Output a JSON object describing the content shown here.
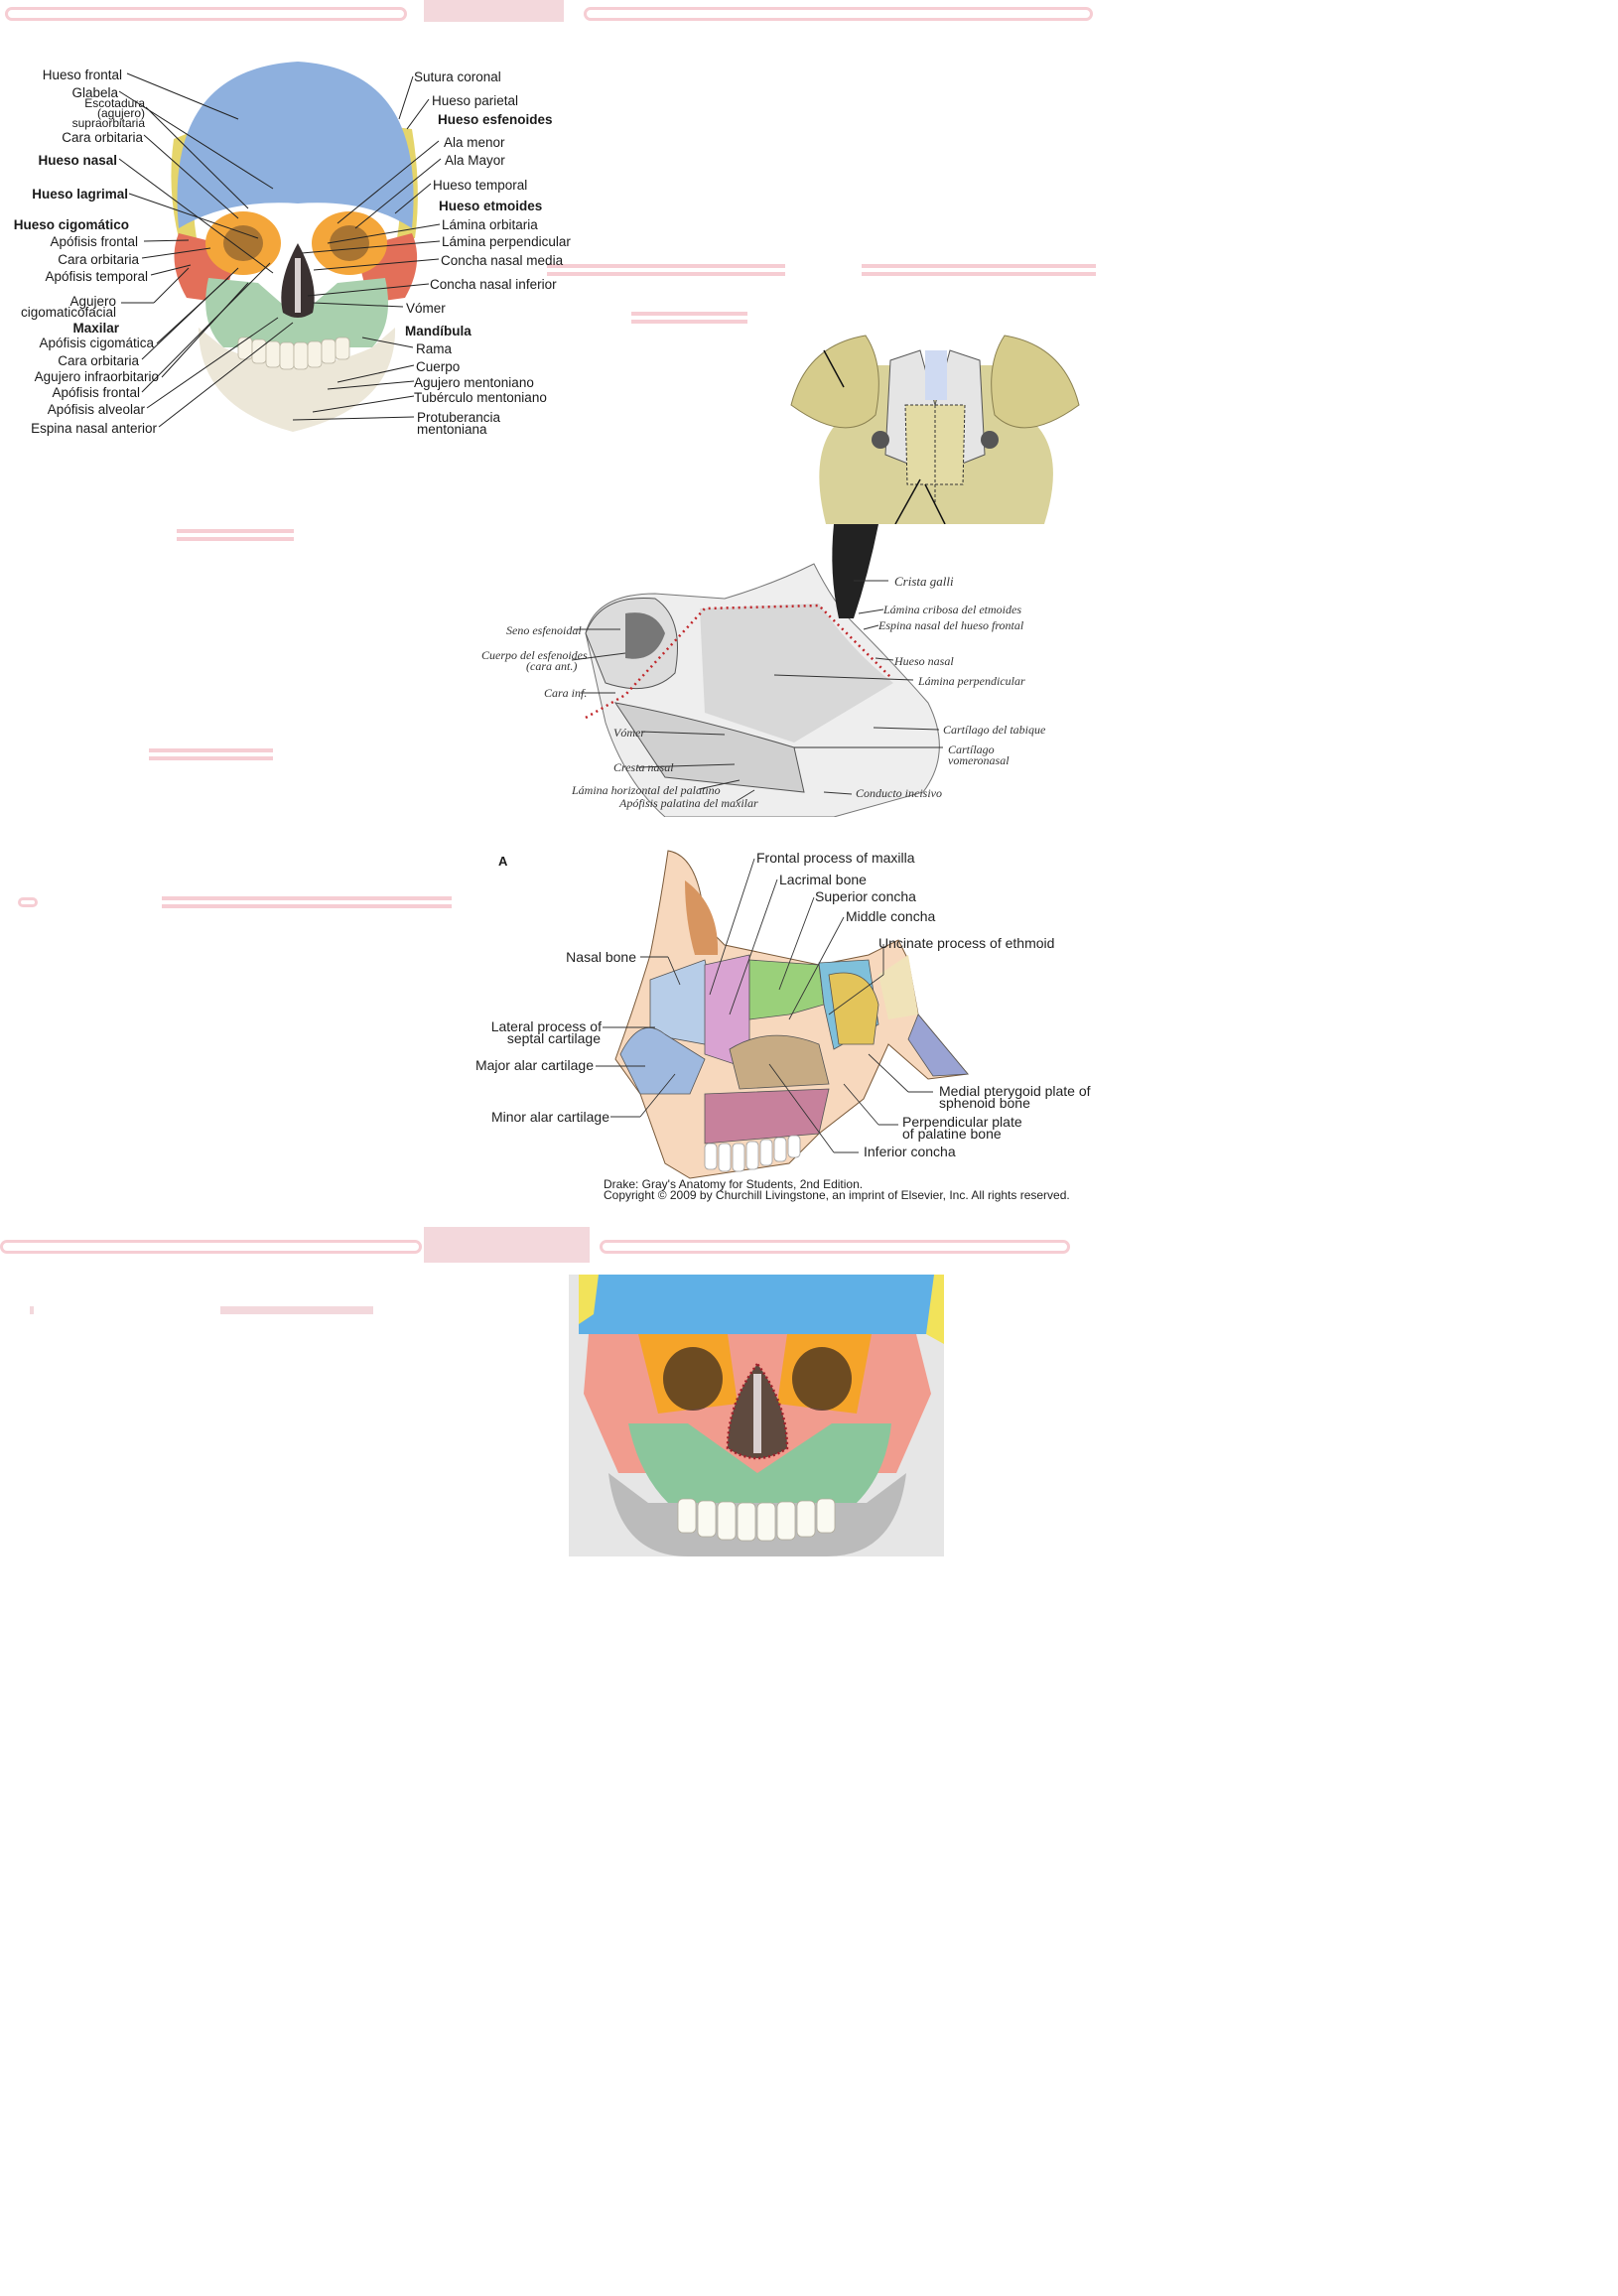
{
  "figure1": {
    "labels_left": [
      {
        "text": "Hueso frontal",
        "bold": false
      },
      {
        "text": "Glabela",
        "bold": false
      },
      {
        "text": "Escotadura",
        "bold": false
      },
      {
        "text": "(agujero)",
        "bold": false
      },
      {
        "text": "supraorbitaria",
        "bold": false
      },
      {
        "text": "Cara orbitaria",
        "bold": false
      },
      {
        "text": "Hueso nasal",
        "bold": true
      },
      {
        "text": "Hueso lagrimal",
        "bold": true
      },
      {
        "text": "Hueso cigomático",
        "bold": true
      },
      {
        "text": "Apófisis frontal",
        "bold": false
      },
      {
        "text": "Cara orbitaria",
        "bold": false
      },
      {
        "text": "Apófisis temporal",
        "bold": false
      },
      {
        "text": "Agujero",
        "bold": false
      },
      {
        "text": "cigomaticofacial",
        "bold": false
      },
      {
        "text": "Maxilar",
        "bold": true
      },
      {
        "text": "Apófisis cigomática",
        "bold": false
      },
      {
        "text": "Cara orbitaria",
        "bold": false
      },
      {
        "text": "Agujero infraorbitario",
        "bold": false
      },
      {
        "text": "Apófisis frontal",
        "bold": false
      },
      {
        "text": "Apófisis alveolar",
        "bold": false
      },
      {
        "text": "Espina nasal anterior",
        "bold": false
      }
    ],
    "labels_right": [
      {
        "text": "Sutura coronal",
        "bold": false
      },
      {
        "text": "Hueso parietal",
        "bold": false
      },
      {
        "text": "Hueso esfenoides",
        "bold": true
      },
      {
        "text": "Ala menor",
        "bold": false
      },
      {
        "text": "Ala Mayor",
        "bold": false
      },
      {
        "text": "Hueso temporal",
        "bold": false
      },
      {
        "text": "Hueso etmoides",
        "bold": true
      },
      {
        "text": "Lámina orbitaria",
        "bold": false
      },
      {
        "text": "Lámina perpendicular",
        "bold": false
      },
      {
        "text": "Concha nasal media",
        "bold": false
      },
      {
        "text": "Concha nasal inferior",
        "bold": false
      },
      {
        "text": "Vómer",
        "bold": false
      },
      {
        "text": "Mandíbula",
        "bold": true
      },
      {
        "text": "Rama",
        "bold": false
      },
      {
        "text": "Cuerpo",
        "bold": false
      },
      {
        "text": "Agujero mentoniano",
        "bold": false
      },
      {
        "text": "Tubérculo mentoniano",
        "bold": false
      },
      {
        "text": "Protuberancia",
        "bold": false
      },
      {
        "text": "mentoniana",
        "bold": false
      }
    ]
  },
  "figure3": {
    "labels": [
      "Crista galli",
      "Lámina cribosa del etmoides",
      "Espina nasal del hueso frontal",
      "Seno esfenoidal",
      "Cuerpo del esfenoides",
      "(cara ant.)",
      "Hueso nasal",
      "Lámina perpendicular",
      "Cara inf.",
      "Vómer",
      "Cartílago del tabique",
      "Cartílago",
      "vomeronasal",
      "Cresta nasal",
      "Lámina horizontal del palatino",
      "Apófisis palatina del maxilar",
      "Conducto incisivo"
    ]
  },
  "figure4": {
    "panel_letter": "A",
    "labels": [
      "Frontal process of maxilla",
      "Lacrimal bone",
      "Superior concha",
      "Middle concha",
      "Uncinate process of ethmoid",
      "Nasal bone",
      "Lateral process of",
      "septal cartilage",
      "Major alar cartilage",
      "Minor alar cartilage",
      "Medial pterygoid plate of",
      "sphenoid bone",
      "Perpendicular plate",
      "of palatine bone",
      "Inferior concha"
    ],
    "credit_line1": "Drake: Gray's Anatomy for Students, 2nd Edition.",
    "credit_line2": "Copyright © 2009 by Churchill Livingstone, an imprint of Elsevier, Inc. All rights reserved."
  },
  "colors": {
    "pink_accent": "#f6cdd3",
    "frontal_blue": "#8fb0dd",
    "parietal_yellow": "#e8d86a",
    "maxilla_green": "#a9cfae",
    "zygomatic_red": "#e2705b",
    "sphenoid_orange": "#f3a73a",
    "ethmoid_bone": "#e6dfa6"
  }
}
